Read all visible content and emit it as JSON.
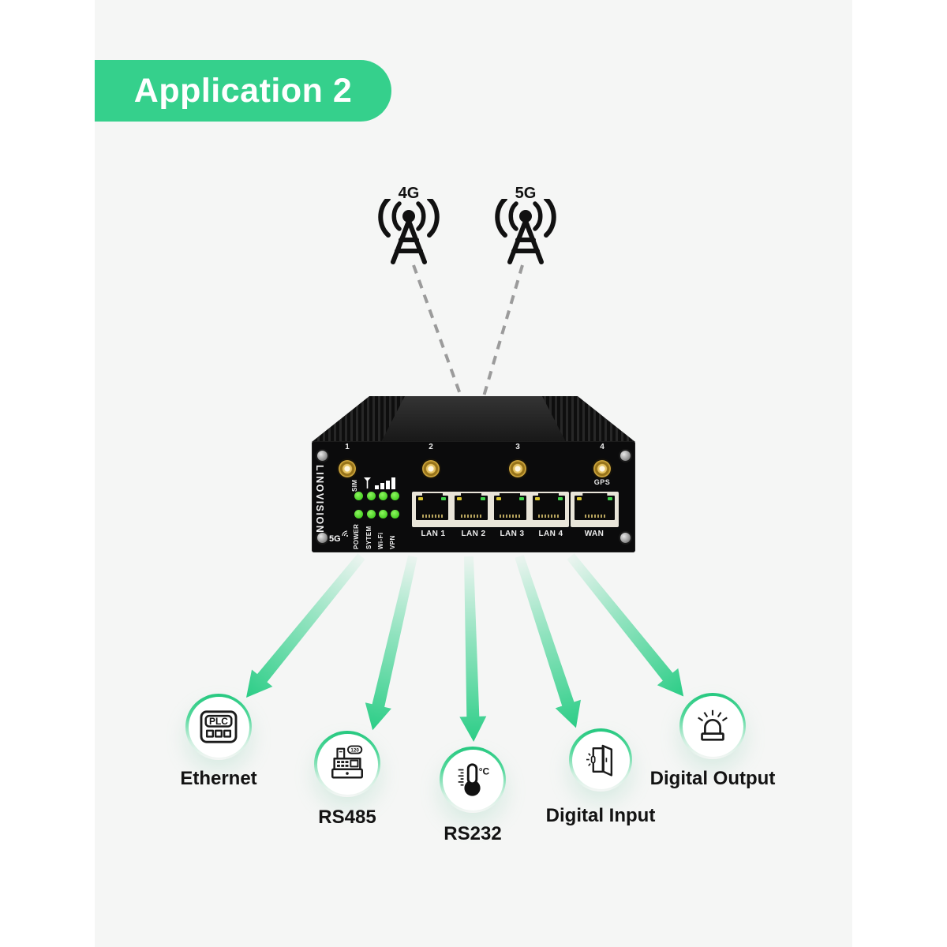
{
  "header": {
    "badge": "Application 2"
  },
  "towers": {
    "left": "4G",
    "right": "5G"
  },
  "router": {
    "brand": "LINOVISION",
    "corner_badge": "5G",
    "antenna_numbers": [
      "1",
      "2",
      "3",
      "4"
    ],
    "gps_label": "GPS",
    "sim_label": "SIM",
    "status_labels": [
      "POWER",
      "SYTEM",
      "Wi-Fi",
      "VPN"
    ],
    "port_labels": [
      "LAN 1",
      "LAN 2",
      "LAN 3",
      "LAN 4",
      "WAN"
    ]
  },
  "endpoints": [
    {
      "label": "Ethernet",
      "icon": "plc-device-icon",
      "icon_text": "PLC"
    },
    {
      "label": "RS485",
      "icon": "cash-register-icon",
      "icon_text": "120"
    },
    {
      "label": "RS232",
      "icon": "thermometer-icon",
      "icon_text": "°C"
    },
    {
      "label": "Digital Input",
      "icon": "open-door-icon",
      "icon_text": ""
    },
    {
      "label": "Digital Output",
      "icon": "siren-light-icon",
      "icon_text": ""
    }
  ],
  "colors": {
    "accent_green": "#35d08c",
    "arrow_green": "#2ecd88",
    "led_green": "#4ed32c",
    "canvas_gray": "#f5f6f5",
    "dash_gray": "#9b9b9b",
    "badge_text": "#ffffff"
  }
}
